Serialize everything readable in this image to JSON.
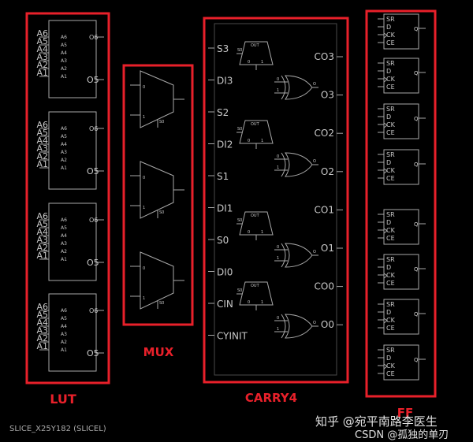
{
  "colors": {
    "background": "#000000",
    "outline": "#a8a8a8",
    "outline_dim": "#4a4a4a",
    "highlight": "#e8202a",
    "label_text": "#e8202a",
    "pin_text": "#c8c8c8",
    "watermark_text": "#e0e0e0"
  },
  "slice_label": "SLICE_X25Y182 (SLICEL)",
  "group_labels": {
    "lut": "LUT",
    "mux": "MUX",
    "carry": "CARRY4",
    "ff": "FF"
  },
  "lut": {
    "outer_pins": [
      "A6",
      "A5",
      "A4",
      "A3",
      "A2",
      "A1"
    ],
    "inner_pins": [
      "A6",
      "A5",
      "A4",
      "A3",
      "A2",
      "A1"
    ],
    "out_top": "O6",
    "out_bottom": "O5"
  },
  "mux": {
    "in_top": "0",
    "in_bottom": "1",
    "sel": "S0"
  },
  "carry": {
    "left_pins": [
      "S3",
      "DI3",
      "S2",
      "DI2",
      "S1",
      "DI1",
      "S0",
      "DI0",
      "CIN",
      "CYINIT"
    ],
    "right_pins": [
      "CO3",
      "O3",
      "CO2",
      "O2",
      "CO1",
      "O1",
      "CO0",
      "O0"
    ],
    "mux_labels": {
      "out": "OUT",
      "sel": "S0",
      "in0": "0",
      "in1": "1"
    },
    "xor_labels": {
      "in0": "0",
      "in1": "1",
      "out": "O"
    }
  },
  "ff": {
    "pins_left": [
      "SR",
      "D",
      "CK",
      "CE"
    ],
    "pin_q": "Q"
  },
  "watermarks": {
    "zhihu": "知乎 @宛平南路李医生",
    "csdn": "CSDN @孤独的单刃"
  }
}
